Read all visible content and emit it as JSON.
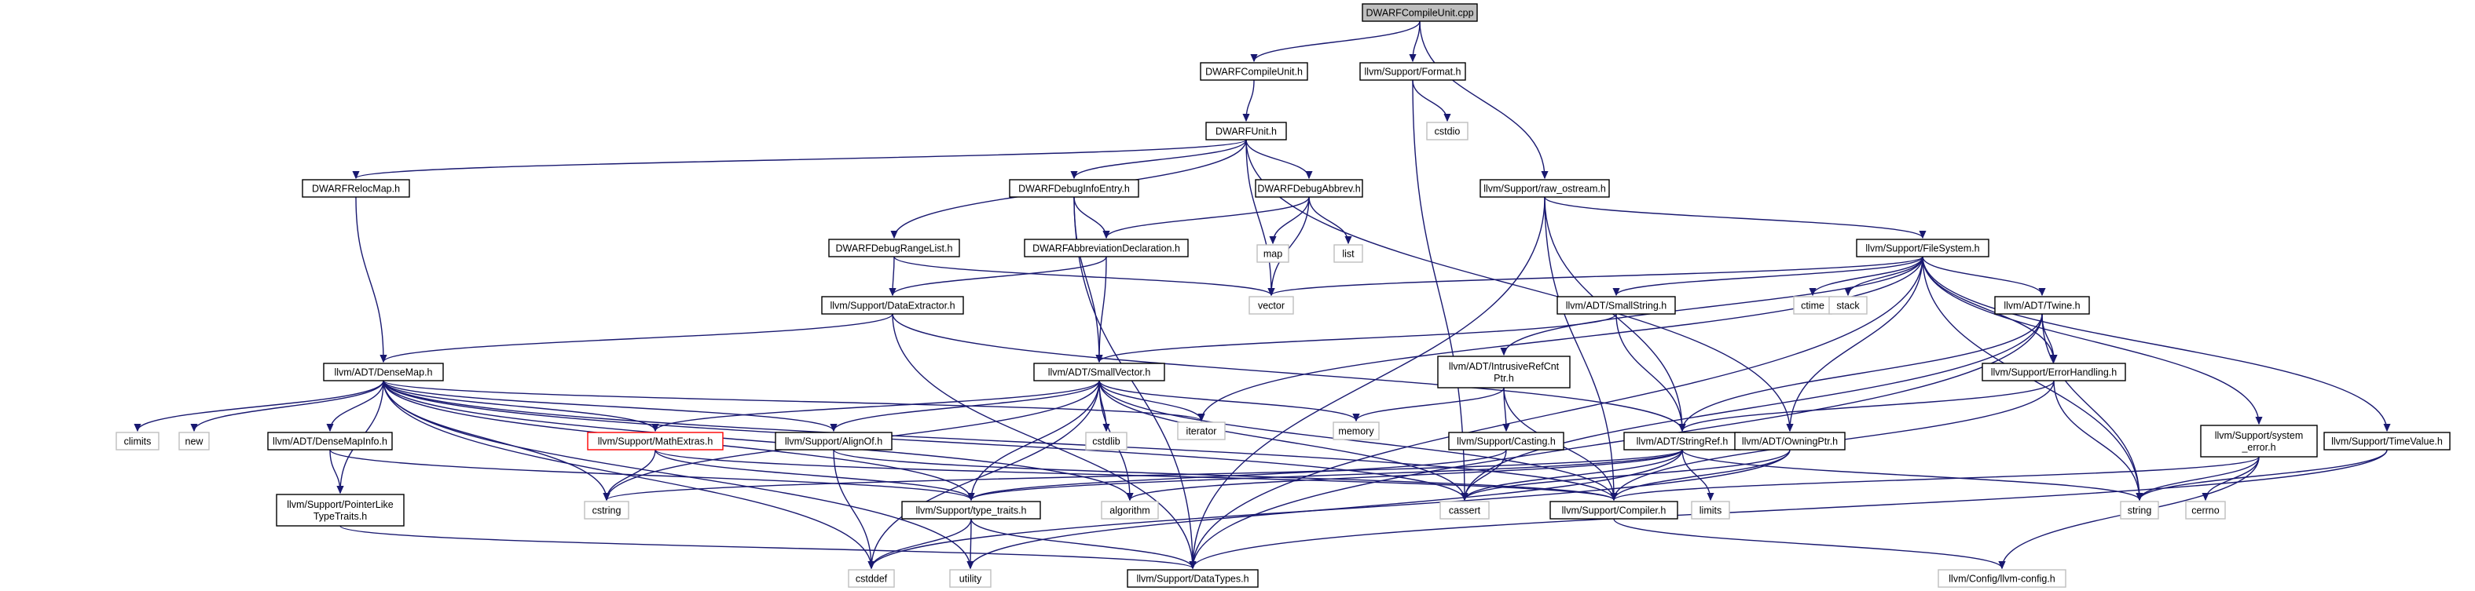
{
  "graph": {
    "title": "DWARFCompileUnit.cpp",
    "colors": {
      "edge": "#191970",
      "border_normal": "#000000",
      "border_missing": "#bfbfbf",
      "border_highlight": "#ff0000",
      "root_fill": "#bfbfbf",
      "node_fill": "#ffffff"
    },
    "nodes": [
      {
        "id": "root",
        "lines": [
          "DWARFCompileUnit.cpp"
        ],
        "style": "root"
      },
      {
        "id": "compileunit_h",
        "lines": [
          "DWARFCompileUnit.h"
        ],
        "style": "normal"
      },
      {
        "id": "format_h",
        "lines": [
          "llvm/Support/Format.h"
        ],
        "style": "normal"
      },
      {
        "id": "cstdio",
        "lines": [
          "cstdio"
        ],
        "style": "missing"
      },
      {
        "id": "unit_h",
        "lines": [
          "DWARFUnit.h"
        ],
        "style": "normal"
      },
      {
        "id": "raw_ostream_h",
        "lines": [
          "llvm/Support/raw_ostream.h"
        ],
        "style": "normal"
      },
      {
        "id": "relocmap_h",
        "lines": [
          "DWARFRelocMap.h"
        ],
        "style": "normal"
      },
      {
        "id": "debuginfoentry_h",
        "lines": [
          "DWARFDebugInfoEntry.h"
        ],
        "style": "normal"
      },
      {
        "id": "debugabbrev_h",
        "lines": [
          "DWARFDebugAbbrev.h"
        ],
        "style": "normal"
      },
      {
        "id": "map",
        "lines": [
          "map"
        ],
        "style": "missing"
      },
      {
        "id": "list",
        "lines": [
          "list"
        ],
        "style": "missing"
      },
      {
        "id": "debugrangelist_h",
        "lines": [
          "DWARFDebugRangeList.h"
        ],
        "style": "normal"
      },
      {
        "id": "abbrevdecl_h",
        "lines": [
          "DWARFAbbreviationDeclaration.h"
        ],
        "style": "normal"
      },
      {
        "id": "vector",
        "lines": [
          "vector"
        ],
        "style": "missing"
      },
      {
        "id": "filesystem_h",
        "lines": [
          "llvm/Support/FileSystem.h"
        ],
        "style": "normal"
      },
      {
        "id": "dataextractor_h",
        "lines": [
          "llvm/Support/DataExtractor.h"
        ],
        "style": "normal"
      },
      {
        "id": "smallstring_h",
        "lines": [
          "llvm/ADT/SmallString.h"
        ],
        "style": "normal"
      },
      {
        "id": "ctime",
        "lines": [
          "ctime"
        ],
        "style": "missing"
      },
      {
        "id": "stack",
        "lines": [
          "stack"
        ],
        "style": "missing"
      },
      {
        "id": "twine_h",
        "lines": [
          "llvm/ADT/Twine.h"
        ],
        "style": "normal"
      },
      {
        "id": "densemap_h",
        "lines": [
          "llvm/ADT/DenseMap.h"
        ],
        "style": "normal"
      },
      {
        "id": "smallvector_h",
        "lines": [
          "llvm/ADT/SmallVector.h"
        ],
        "style": "normal"
      },
      {
        "id": "intrusiverefcntptr_h",
        "lines": [
          "llvm/ADT/IntrusiveRefCnt",
          "Ptr.h"
        ],
        "style": "normal"
      },
      {
        "id": "errorhandling_h",
        "lines": [
          "llvm/Support/ErrorHandling.h"
        ],
        "style": "normal"
      },
      {
        "id": "climits",
        "lines": [
          "climits"
        ],
        "style": "missing"
      },
      {
        "id": "new",
        "lines": [
          "new"
        ],
        "style": "missing"
      },
      {
        "id": "densemapinfo_h",
        "lines": [
          "llvm/ADT/DenseMapInfo.h"
        ],
        "style": "normal"
      },
      {
        "id": "mathextras_h",
        "lines": [
          "llvm/Support/MathExtras.h"
        ],
        "style": "highlight"
      },
      {
        "id": "alignof_h",
        "lines": [
          "llvm/Support/AlignOf.h"
        ],
        "style": "normal"
      },
      {
        "id": "cstdlib",
        "lines": [
          "cstdlib"
        ],
        "style": "missing"
      },
      {
        "id": "iterator",
        "lines": [
          "iterator"
        ],
        "style": "missing"
      },
      {
        "id": "memory",
        "lines": [
          "memory"
        ],
        "style": "missing"
      },
      {
        "id": "casting_h",
        "lines": [
          "llvm/Support/Casting.h"
        ],
        "style": "normal"
      },
      {
        "id": "stringref_h",
        "lines": [
          "llvm/ADT/StringRef.h"
        ],
        "style": "normal"
      },
      {
        "id": "owningptr_h",
        "lines": [
          "llvm/ADT/OwningPtr.h"
        ],
        "style": "normal"
      },
      {
        "id": "system_error_h",
        "lines": [
          "llvm/Support/system",
          "_error.h"
        ],
        "style": "normal"
      },
      {
        "id": "timevalue_h",
        "lines": [
          "llvm/Support/TimeValue.h"
        ],
        "style": "normal"
      },
      {
        "id": "pointerliketypetraits_h",
        "lines": [
          "llvm/Support/PointerLike",
          "TypeTraits.h"
        ],
        "style": "normal"
      },
      {
        "id": "cstring",
        "lines": [
          "cstring"
        ],
        "style": "missing"
      },
      {
        "id": "type_traits_h",
        "lines": [
          "llvm/Support/type_traits.h"
        ],
        "style": "normal"
      },
      {
        "id": "algorithm",
        "lines": [
          "algorithm"
        ],
        "style": "missing"
      },
      {
        "id": "cassert",
        "lines": [
          "cassert"
        ],
        "style": "missing"
      },
      {
        "id": "compiler_h",
        "lines": [
          "llvm/Support/Compiler.h"
        ],
        "style": "normal"
      },
      {
        "id": "limits",
        "lines": [
          "limits"
        ],
        "style": "missing"
      },
      {
        "id": "string",
        "lines": [
          "string"
        ],
        "style": "missing"
      },
      {
        "id": "cerrno",
        "lines": [
          "cerrno"
        ],
        "style": "missing"
      },
      {
        "id": "cstddef",
        "lines": [
          "cstddef"
        ],
        "style": "missing"
      },
      {
        "id": "utility",
        "lines": [
          "utility"
        ],
        "style": "missing"
      },
      {
        "id": "datatypes_h",
        "lines": [
          "llvm/Support/DataTypes.h"
        ],
        "style": "normal"
      },
      {
        "id": "llvm_config_h",
        "lines": [
          "llvm/Config/llvm-config.h"
        ],
        "style": "missing"
      }
    ],
    "edges": [
      [
        "root",
        "compileunit_h"
      ],
      [
        "root",
        "format_h"
      ],
      [
        "root",
        "raw_ostream_h"
      ],
      [
        "compileunit_h",
        "unit_h"
      ],
      [
        "format_h",
        "cstdio"
      ],
      [
        "format_h",
        "cassert"
      ],
      [
        "unit_h",
        "relocmap_h"
      ],
      [
        "unit_h",
        "debuginfoentry_h"
      ],
      [
        "unit_h",
        "debugabbrev_h"
      ],
      [
        "unit_h",
        "debugrangelist_h"
      ],
      [
        "unit_h",
        "vector"
      ],
      [
        "unit_h",
        "owningptr_h"
      ],
      [
        "raw_ostream_h",
        "filesystem_h"
      ],
      [
        "raw_ostream_h",
        "stringref_h"
      ],
      [
        "raw_ostream_h",
        "compiler_h"
      ],
      [
        "raw_ostream_h",
        "datatypes_h"
      ],
      [
        "relocmap_h",
        "densemap_h"
      ],
      [
        "debuginfoentry_h",
        "abbrevdecl_h"
      ],
      [
        "debuginfoentry_h",
        "smallvector_h"
      ],
      [
        "debuginfoentry_h",
        "datatypes_h"
      ],
      [
        "debugabbrev_h",
        "abbrevdecl_h"
      ],
      [
        "debugabbrev_h",
        "map"
      ],
      [
        "debugabbrev_h",
        "list"
      ],
      [
        "debugabbrev_h",
        "vector"
      ],
      [
        "debugrangelist_h",
        "dataextractor_h"
      ],
      [
        "debugrangelist_h",
        "vector"
      ],
      [
        "abbrevdecl_h",
        "smallvector_h"
      ],
      [
        "abbrevdecl_h",
        "dataextractor_h"
      ],
      [
        "filesystem_h",
        "vector"
      ],
      [
        "filesystem_h",
        "smallstring_h"
      ],
      [
        "filesystem_h",
        "ctime"
      ],
      [
        "filesystem_h",
        "stack"
      ],
      [
        "filesystem_h",
        "twine_h"
      ],
      [
        "filesystem_h",
        "intrusiverefcntptr_h"
      ],
      [
        "filesystem_h",
        "errorhandling_h"
      ],
      [
        "filesystem_h",
        "owningptr_h"
      ],
      [
        "filesystem_h",
        "system_error_h"
      ],
      [
        "filesystem_h",
        "timevalue_h"
      ],
      [
        "filesystem_h",
        "iterator"
      ],
      [
        "filesystem_h",
        "string"
      ],
      [
        "filesystem_h",
        "datatypes_h"
      ],
      [
        "dataextractor_h",
        "densemap_h"
      ],
      [
        "dataextractor_h",
        "stringref_h"
      ],
      [
        "dataextractor_h",
        "datatypes_h"
      ],
      [
        "smallstring_h",
        "smallvector_h"
      ],
      [
        "smallstring_h",
        "stringref_h"
      ],
      [
        "twine_h",
        "stringref_h"
      ],
      [
        "twine_h",
        "errorhandling_h"
      ],
      [
        "twine_h",
        "cassert"
      ],
      [
        "twine_h",
        "string"
      ],
      [
        "twine_h",
        "datatypes_h"
      ],
      [
        "densemap_h",
        "climits"
      ],
      [
        "densemap_h",
        "new"
      ],
      [
        "densemap_h",
        "densemapinfo_h"
      ],
      [
        "densemap_h",
        "mathextras_h"
      ],
      [
        "densemap_h",
        "alignof_h"
      ],
      [
        "densemap_h",
        "iterator"
      ],
      [
        "densemap_h",
        "pointerliketypetraits_h"
      ],
      [
        "densemap_h",
        "type_traits_h"
      ],
      [
        "densemap_h",
        "cstring"
      ],
      [
        "densemap_h",
        "algorithm"
      ],
      [
        "densemap_h",
        "cassert"
      ],
      [
        "densemap_h",
        "cstddef"
      ],
      [
        "densemap_h",
        "utility"
      ],
      [
        "densemap_h",
        "compiler_h"
      ],
      [
        "smallvector_h",
        "mathextras_h"
      ],
      [
        "smallvector_h",
        "alignof_h"
      ],
      [
        "smallvector_h",
        "cstdlib"
      ],
      [
        "smallvector_h",
        "iterator"
      ],
      [
        "smallvector_h",
        "memory"
      ],
      [
        "smallvector_h",
        "cstring"
      ],
      [
        "smallvector_h",
        "type_traits_h"
      ],
      [
        "smallvector_h",
        "algorithm"
      ],
      [
        "smallvector_h",
        "cassert"
      ],
      [
        "smallvector_h",
        "compiler_h"
      ],
      [
        "smallvector_h",
        "cstddef"
      ],
      [
        "intrusiverefcntptr_h",
        "casting_h"
      ],
      [
        "intrusiverefcntptr_h",
        "memory"
      ],
      [
        "intrusiverefcntptr_h",
        "compiler_h"
      ],
      [
        "errorhandling_h",
        "stringref_h"
      ],
      [
        "errorhandling_h",
        "compiler_h"
      ],
      [
        "errorhandling_h",
        "string"
      ],
      [
        "densemapinfo_h",
        "pointerliketypetraits_h"
      ],
      [
        "densemapinfo_h",
        "type_traits_h"
      ],
      [
        "mathextras_h",
        "cstring"
      ],
      [
        "mathextras_h",
        "type_traits_h"
      ],
      [
        "mathextras_h",
        "compiler_h"
      ],
      [
        "alignof_h",
        "cstddef"
      ],
      [
        "alignof_h",
        "compiler_h"
      ],
      [
        "casting_h",
        "type_traits_h"
      ],
      [
        "casting_h",
        "cassert"
      ],
      [
        "stringref_h",
        "type_traits_h"
      ],
      [
        "stringref_h",
        "algorithm"
      ],
      [
        "stringref_h",
        "cassert"
      ],
      [
        "stringref_h",
        "cstring"
      ],
      [
        "stringref_h",
        "limits"
      ],
      [
        "stringref_h",
        "string"
      ],
      [
        "stringref_h",
        "utility"
      ],
      [
        "owningptr_h",
        "compiler_h"
      ],
      [
        "owningptr_h",
        "cassert"
      ],
      [
        "owningptr_h",
        "cstddef"
      ],
      [
        "system_error_h",
        "cerrno"
      ],
      [
        "system_error_h",
        "string"
      ],
      [
        "system_error_h",
        "compiler_h"
      ],
      [
        "system_error_h",
        "llvm_config_h"
      ],
      [
        "timevalue_h",
        "datatypes_h"
      ],
      [
        "timevalue_h",
        "string"
      ],
      [
        "pointerliketypetraits_h",
        "datatypes_h"
      ],
      [
        "type_traits_h",
        "cstddef"
      ],
      [
        "type_traits_h",
        "utility"
      ],
      [
        "type_traits_h",
        "datatypes_h"
      ],
      [
        "compiler_h",
        "llvm_config_h"
      ]
    ]
  }
}
